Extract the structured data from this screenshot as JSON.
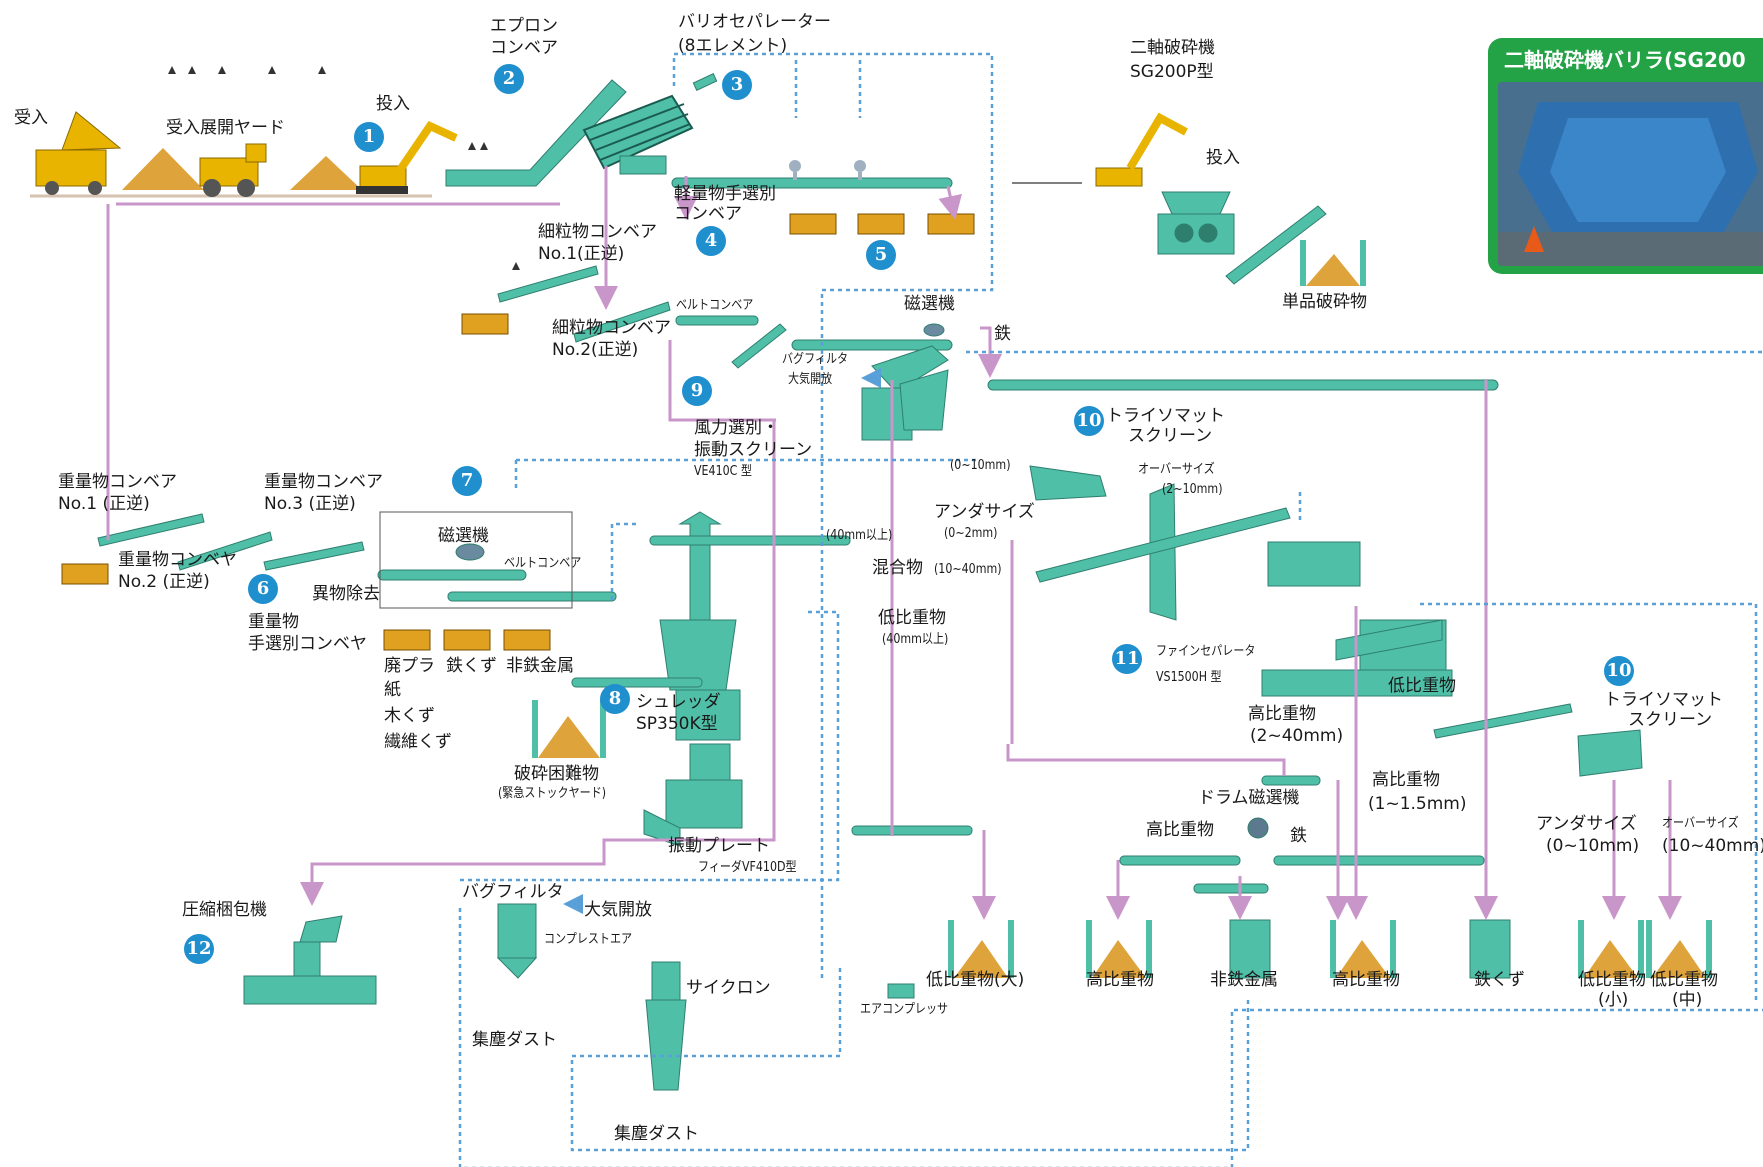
{
  "colors": {
    "machine": "#4fbfa8",
    "machine_dark": "#2f7f6f",
    "flow_pink": "#c896c8",
    "air_blue": "#5aa0d8",
    "badge": "#1f8fce",
    "photo_frame": "#23a246"
  },
  "photo": {
    "title": "二軸破砕機バリラ(SG200"
  },
  "badges": [
    "1",
    "2",
    "3",
    "4",
    "5",
    "6",
    "7",
    "8",
    "9",
    "10",
    "11",
    "10",
    "12"
  ],
  "labels": {
    "uke": "受入",
    "yard": "受入展開ヤード",
    "tonyu1": "投入",
    "apron1": "エプロン",
    "apron2": "コンベア",
    "vario1": "バリオセパレーター",
    "vario2": "(8エレメント)",
    "light1": "軽量物手選別",
    "light2": "コンベア",
    "fine1_1": "細粒物コンベア",
    "fine1_2": "No.1(正逆)",
    "belt1": "ベルトコンベア",
    "fine2_1": "細粒物コンベア",
    "fine2_2": "No.2(正逆)",
    "bag1_1": "バグフィルタ",
    "bag1_2": "大気開放",
    "jisen1": "磁選機",
    "tetsu1": "鉄",
    "wind1": "風力選別・",
    "wind2": "振動スクリーン",
    "wind3": "VE410C 型",
    "shredder_title1": "二軸破砕機",
    "shredder_title2": "SG200P型",
    "tonyu2": "投入",
    "single": "単品破砕物",
    "heavy1_1": "重量物コンベア",
    "heavy1_2": "No.1 (正逆)",
    "heavy3_1": "重量物コンベア",
    "heavy3_2": "No.3 (正逆)",
    "heavy2_1": "重量物コンベヤ",
    "heavy2_2": "No.2 (正逆)",
    "heavy_hand1": "重量物",
    "heavy_hand2": "手選別コンベヤ",
    "jisen2": "磁選機",
    "foreign": "異物除去",
    "belt2": "ベルトコンベア",
    "haipura": "廃プラ",
    "kami": "紙",
    "mokuzu": "木くず",
    "sen": "繊維くず",
    "tetsukuzu1": "鉄くず",
    "hitetsu1": "非鉄金属",
    "hasai1": "破砕困難物",
    "hasai2": "(緊急ストックヤード)",
    "shred1": "シュレッダ",
    "shred2": "SP350K型",
    "plate1": "振動プレート",
    "plate2": "フィーダVF410D型",
    "over40": "(40mm以上)",
    "low_big1": "低比重物",
    "low_big2": "(40mm以上)",
    "range010": "(0~10mm)",
    "under1": "アンダサイズ",
    "under2": "(0~2mm)",
    "mixed": "混合物",
    "mixed_r": "(10~40mm)",
    "trio1_1": "トライソマット",
    "trio1_2": "スクリーン",
    "over1": "オーバーサイズ",
    "over2": "(2~10mm)",
    "fine_sep1": "ファインセパレータ",
    "fine_sep2": "VS1500H 型",
    "high1": "高比重物",
    "high2": "(2~40mm)",
    "low_sp": "低比重物",
    "trio2_1": "トライソマット",
    "trio2_2": "スクリーン",
    "high3": "高比重物",
    "high4": "(1~1.5mm)",
    "drum": "ドラム磁選機",
    "high5": "高比重物",
    "tetsu2": "鉄",
    "under3": "アンダサイズ",
    "under4": "(0~10mm)",
    "over3": "オーバーサイズ",
    "over4": "(10~40mm)",
    "bag2": "バグフィルタ",
    "atmos2": "大気開放",
    "comp_air": "コンプレストエア",
    "dust1": "集塵ダスト",
    "cyclone": "サイクロン",
    "dust2": "集塵ダスト",
    "air_comp": "エアコンプレッサ",
    "press": "圧縮梱包機",
    "out_low_big": "低比重物(大)",
    "out_high1": "高比重物",
    "out_nonfe": "非鉄金属",
    "out_high2": "高比重物",
    "out_fe": "鉄くず",
    "out_low_small1": "低比重物",
    "out_low_small2": "(小)",
    "out_low_mid1": "低比重物",
    "out_low_mid2": "(中)"
  }
}
